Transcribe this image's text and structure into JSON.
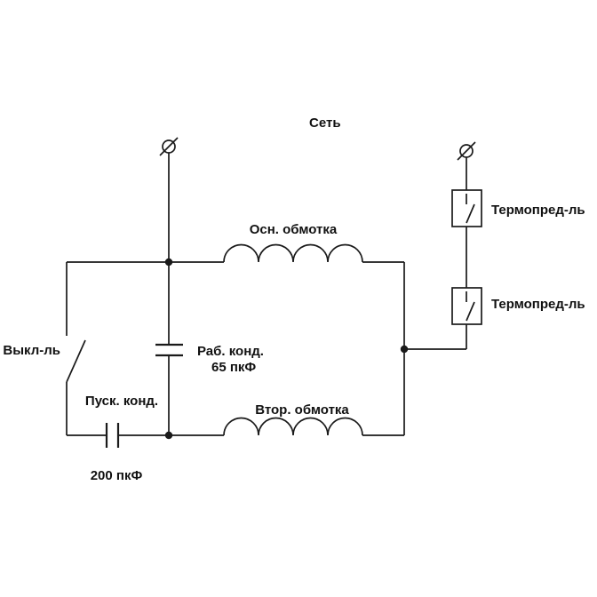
{
  "diagram": {
    "type": "circuit-schematic",
    "description": "Single-phase motor wiring diagram with run/start capacitors, switch and thermal fuses",
    "labels": {
      "mains": "Сеть",
      "main_winding": "Осн. обмотка",
      "secondary_winding": "Втор. обмотка",
      "run_capacitor_name": "Раб. конд.",
      "run_capacitor_value": "65 пкФ",
      "start_capacitor_name": "Пуск. конд.",
      "start_capacitor_value": "200 пкФ",
      "switch": "Выкл-ль",
      "thermal_fuse_top": "Термопред-ль",
      "thermal_fuse_bottom": "Термопред-ль"
    },
    "colors": {
      "line": "#1a1a1a",
      "background": "#ffffff",
      "text": "#111111"
    }
  }
}
